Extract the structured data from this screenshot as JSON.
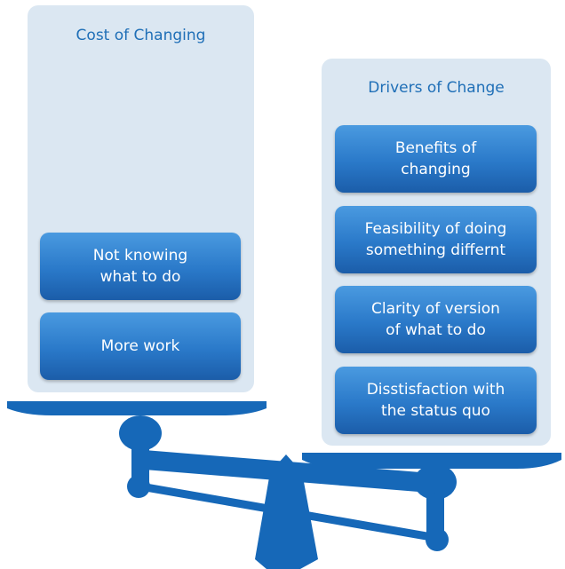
{
  "left_panel": {
    "title": "Cost of Changing",
    "cards": [
      "Not knowing\nwhat to do",
      "More work"
    ]
  },
  "right_panel": {
    "title": "Drivers of Change",
    "cards": [
      "Benefits of\nchanging",
      "Feasibility of doing\nsomething differnt",
      "Clarity of version\nof what to do",
      "Disstisfaction with\nthe status quo"
    ]
  },
  "colors": {
    "panel_bg": "#dbe7f2",
    "title_text": "#1f6fb7",
    "card_blue": "#2a79c9",
    "scale_blue": "#1668b8"
  }
}
